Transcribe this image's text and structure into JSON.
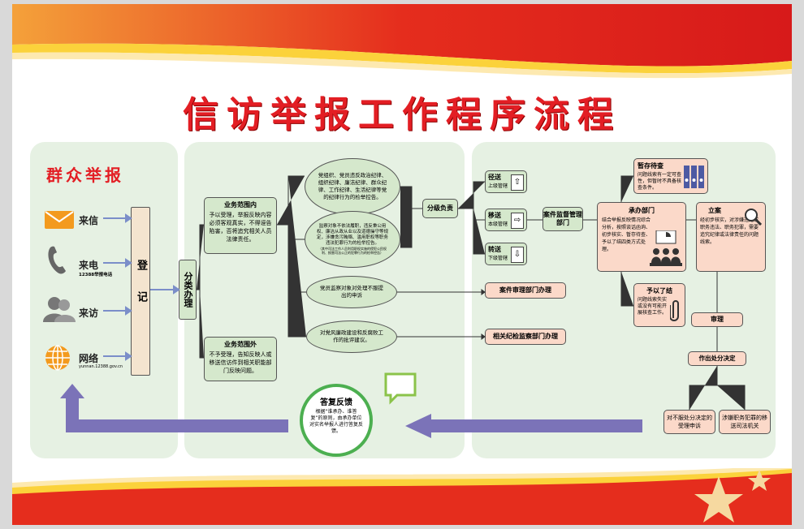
{
  "title": "信访举报工作程序流程",
  "public": {
    "heading": "群众举报",
    "channels": [
      {
        "label": "来信",
        "sub": ""
      },
      {
        "label": "来电",
        "sub": "12388举报电话"
      },
      {
        "label": "来访",
        "sub": ""
      },
      {
        "label": "网络",
        "sub": "yunnan.12388.gov.cn"
      }
    ],
    "register": "登记",
    "classify": "分类办理"
  },
  "scope": {
    "in_title": "业务范围内",
    "in_text": "予以受理，举报反映内容必须客观真实，不得诬告陷害，否将追究相关人员法律责任。",
    "out_title": "业务范围外",
    "out_text": "不予受理，告知反映人或移送信访件到相关职能部门反映问题。"
  },
  "issues": {
    "i1": "党组织、党员违反政治纪律、组织纪律、廉洁纪律、群众纪律、工作纪律、生活纪律等党的纪律行为的检举控告。",
    "i2": "监察对象不依法履职，违反秉公用权、廉洁从政从业以及道德操守等规定，涉嫌贪污贿赂、滥用职权等职务违法犯罪行为的检举控告。",
    "i2_small": "（其中司法工作人员利用职权实施的侵犯公民权利、损害司法公正的犯罪行为的检举控告）",
    "i3": "党员监察对象对处理不服提出的申诉",
    "i4": "对党风廉政建设和反腐败工作的批评建议。"
  },
  "grading": "分级负责",
  "routes": [
    {
      "title": "径送",
      "sub": "上级管辖"
    },
    {
      "title": "移送",
      "sub": "本级管辖"
    },
    {
      "title": "转送",
      "sub": "下级管辖"
    }
  ],
  "supervision": "案件监督管理部门",
  "case_review": "案件审理部门办理",
  "discipline": "相关纪检监察部门办理",
  "hold": {
    "title": "暂存待查",
    "text": "问题线索有一定可查性，但暂时不具备核查条件。"
  },
  "host": {
    "title": "承办部门",
    "text": "结合举报反映情况综合分析，按照谈话函询、初步核实、暂存待查、予以了结四类方式处理。"
  },
  "close": {
    "title": "予以了结",
    "text": "问题线索失实或没有可能开展核查工作。"
  },
  "file_case": {
    "title": "立案",
    "text": "经初步核实，对涉嫌违纪或职务违法、职务犯罪，需要追究纪律或法律责任的问题线索。"
  },
  "review": "审理",
  "decision": "作出处分决定",
  "appeal": "对不服处分决定的受理申诉",
  "transfer": "涉嫌职务犯罪的移送司法机关",
  "feedback": {
    "title": "答复反馈",
    "text": "根据“谁承办、谁答复”的原则，由承办单位对实名举报人进行答复反馈。"
  },
  "colors": {
    "red": "#e31e24",
    "arrow": "#7b73b8",
    "panel": "#e6f1e3",
    "green_box": "#d5e8cc",
    "pink_box": "#fbd9c9"
  }
}
